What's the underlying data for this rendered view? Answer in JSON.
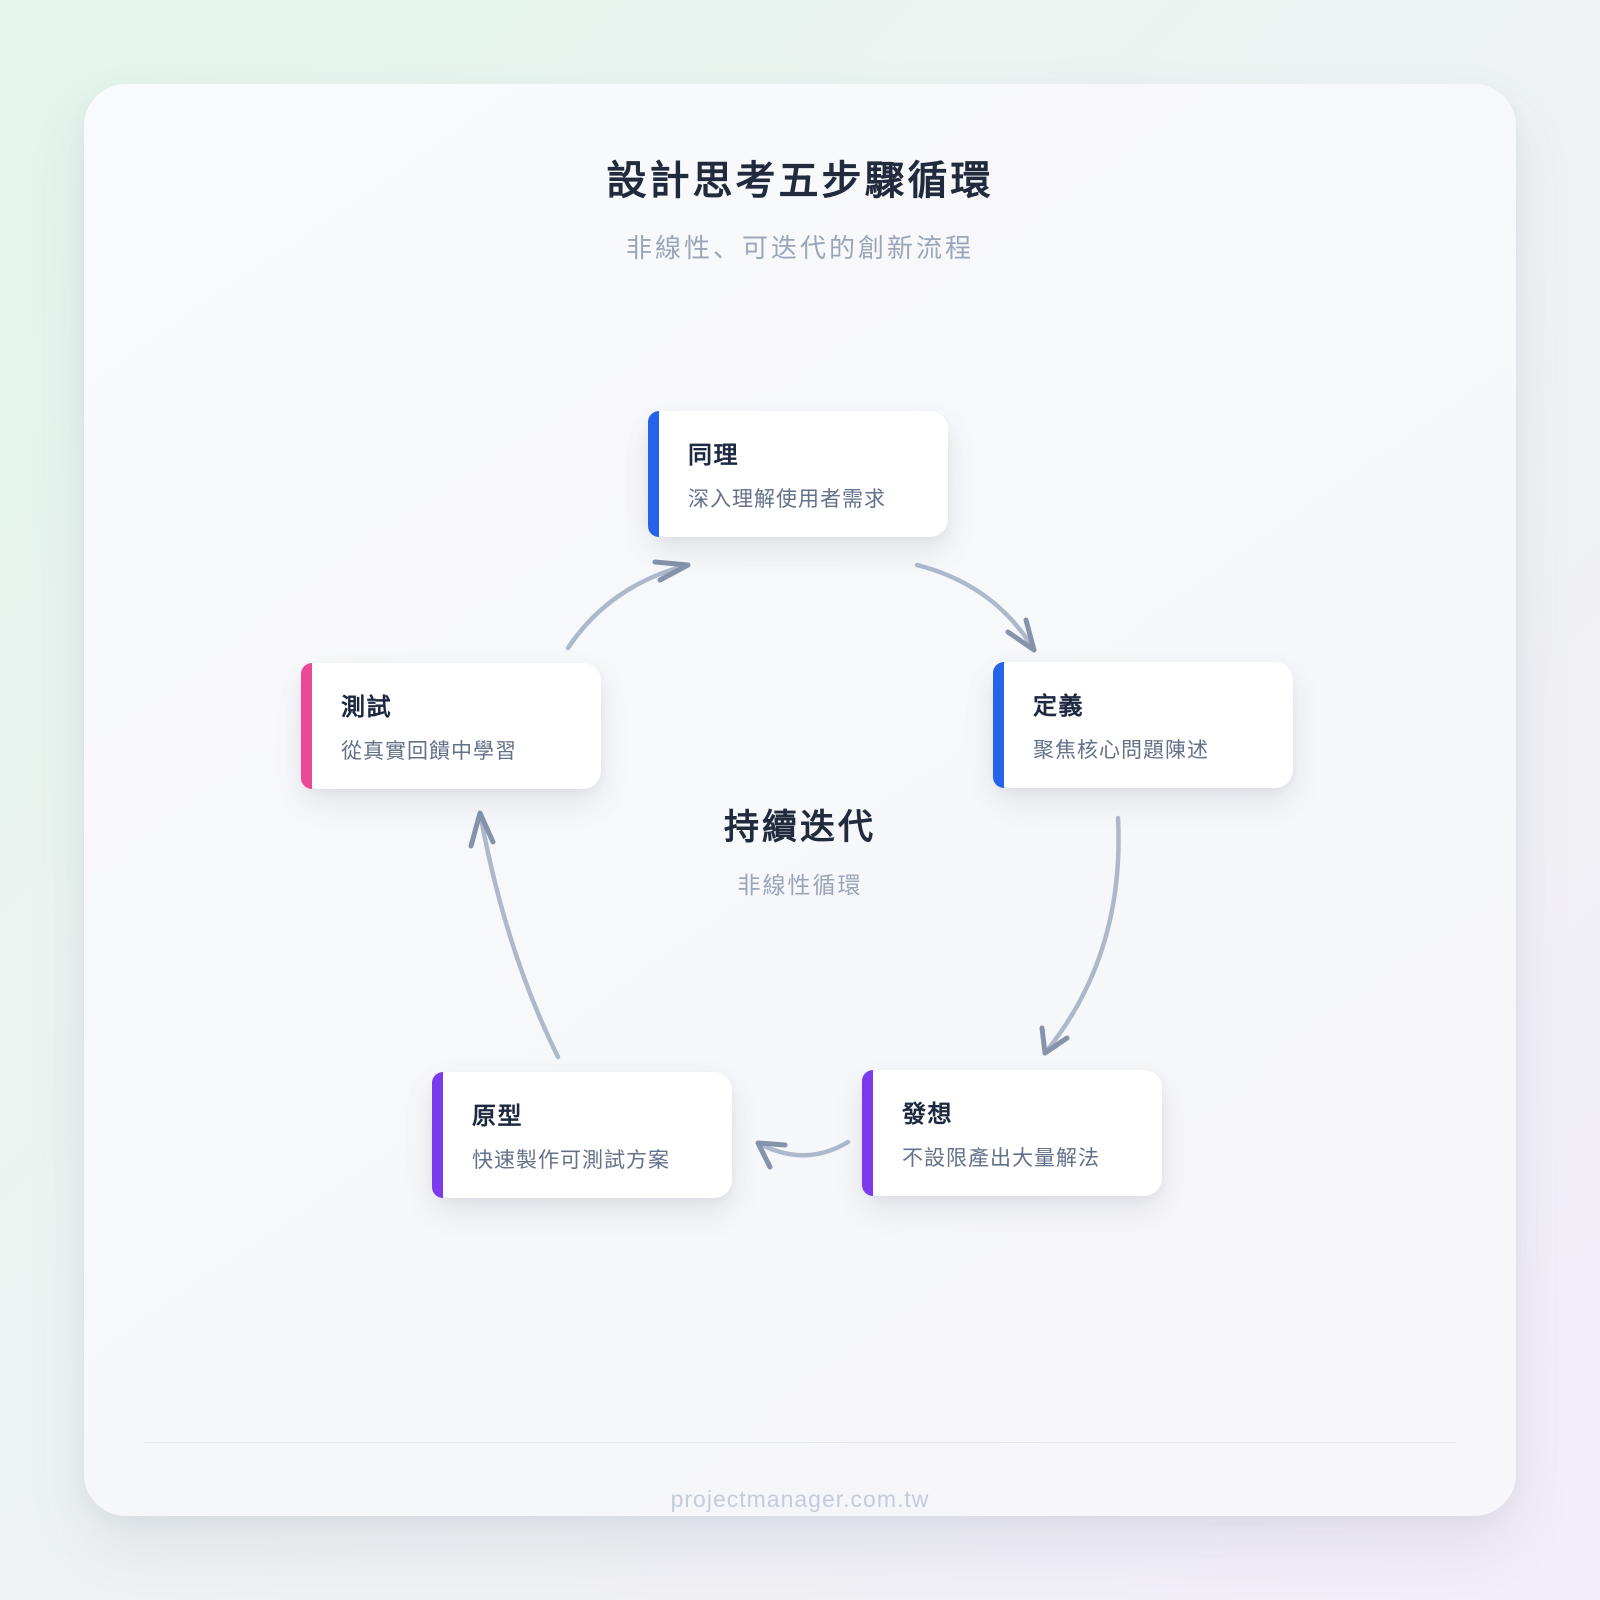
{
  "page": {
    "title": "設計思考五步驟循環",
    "subtitle": "非線性、可迭代的創新流程",
    "footer": "projectmanager.com.tw"
  },
  "center": {
    "title": "持續迭代",
    "subtitle": "非線性循環"
  },
  "colors": {
    "accent_blue": "#2563eb",
    "accent_purple": "#7c3aed",
    "accent_pink": "#ec4899",
    "arrow_line": "#adb9cb",
    "arrow_head": "#8593ab"
  },
  "cards": [
    {
      "id": "empathize",
      "title": "同理",
      "desc": "深入理解使用者需求",
      "accent": "#2563eb"
    },
    {
      "id": "define",
      "title": "定義",
      "desc": "聚焦核心問題陳述",
      "accent": "#2563eb"
    },
    {
      "id": "ideate",
      "title": "發想",
      "desc": "不設限產出大量解法",
      "accent": "#7c3aed"
    },
    {
      "id": "prototype",
      "title": "原型",
      "desc": "快速製作可測試方案",
      "accent": "#7c3aed"
    },
    {
      "id": "test",
      "title": "測試",
      "desc": "從真實回饋中學習",
      "accent": "#ec4899"
    }
  ]
}
